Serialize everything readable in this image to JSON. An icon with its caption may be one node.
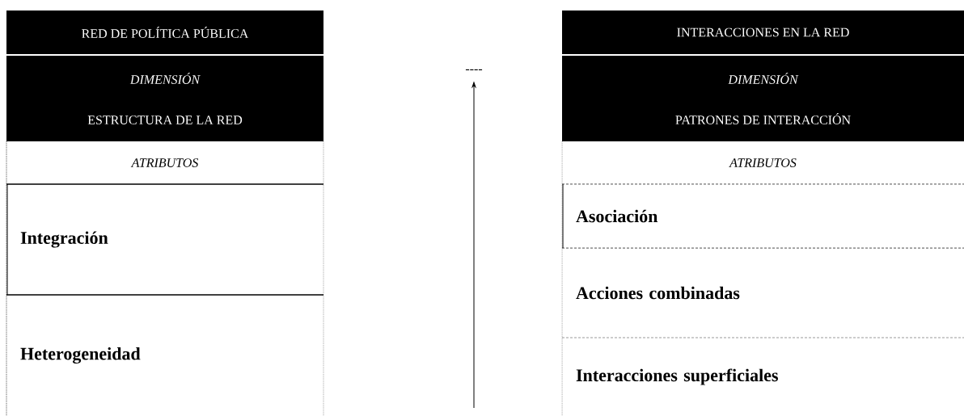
{
  "diagram": {
    "nodes": [
      {
        "text": [
          "RED DE POLÍTICA PÚBLICA"
        ]
      },
      {
        "text": [
          "DIMENSIÓN",
          "ESTRUCTURA DE LA RED"
        ]
      },
      {
        "text": [
          "ATRIBUTOS"
        ]
      },
      {
        "text": [
          "Integración"
        ]
      },
      {
        "text": [
          "Heterogeneidad"
        ]
      },
      {
        "text": [
          "----"
        ]
      },
      {
        "text": [
          "INTERACCIONES EN LA RED"
        ]
      },
      {
        "text": [
          "DIMENSIÓN",
          "PATRONES DE INTERACCIÓN"
        ]
      },
      {
        "text": [
          "ATRIBUTOS"
        ]
      },
      {
        "text": [
          "Asociación"
        ]
      },
      {
        "text": [
          "Acciones combinadas"
        ]
      },
      {
        "text": [
          "Interacciones superficiales"
        ]
      }
    ],
    "edges": [
      {
        "from": null,
        "to": 5,
        "arrow": "to"
      }
    ]
  }
}
